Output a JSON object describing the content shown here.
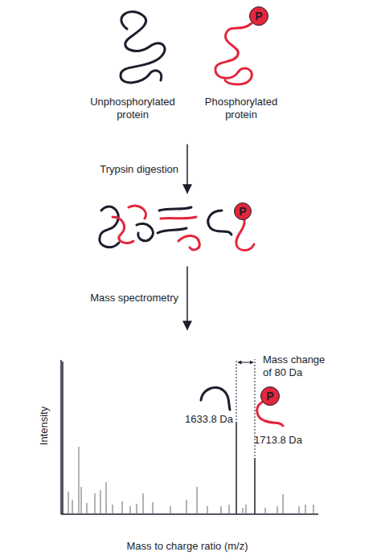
{
  "diagram": {
    "nodes": [
      {
        "text": [
          "P"
        ]
      },
      {
        "text": [
          "P"
        ]
      },
      {
        "text": [
          "P"
        ]
      }
    ],
    "labels": [
      "Unphosphorylated protein",
      "Phosphorylated protein",
      "Trypsin digestion",
      "Mass spectrometry",
      "Mass change of 80 Da",
      "1633.8 Da",
      "1713.8 Da",
      "Intensity",
      "Mass to charge ratio (m/z)"
    ]
  }
}
